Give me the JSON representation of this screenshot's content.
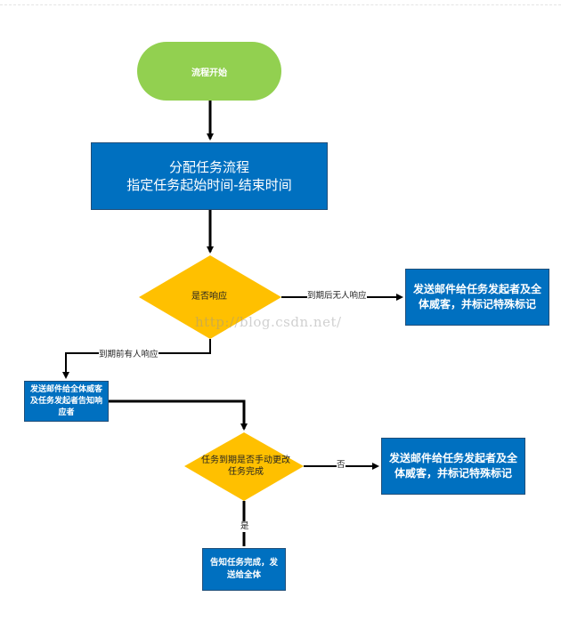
{
  "nodes": {
    "start": "流程开始",
    "assign_line1": "分配任务流程",
    "assign_line2": "指定任务起始时间-结束时间",
    "decision_respond": "是否响应",
    "mail_no_response": "发送邮件给任务发起者及全体威客，并标记特殊标记",
    "mail_respondent": "发送邮件给全体威客及任务发起者告知响应者",
    "decision_manual_complete": "任务到期是否手动更改任务完成",
    "mail_not_completed": "发送邮件给任务发起者及全体威客，并标记特殊标记",
    "notify_completed": "告知任务完成，发送给全体"
  },
  "edges": {
    "after_deadline_no_response": "到期后无人响应",
    "before_deadline_response": "到期前有人响应",
    "no": "否",
    "yes": "是"
  },
  "watermark": "http://blog.csdn.net/",
  "colors": {
    "start_fill": "#92d050",
    "process_fill": "#0070c0",
    "decision_fill": "#ffc000",
    "connector": "#000000"
  }
}
